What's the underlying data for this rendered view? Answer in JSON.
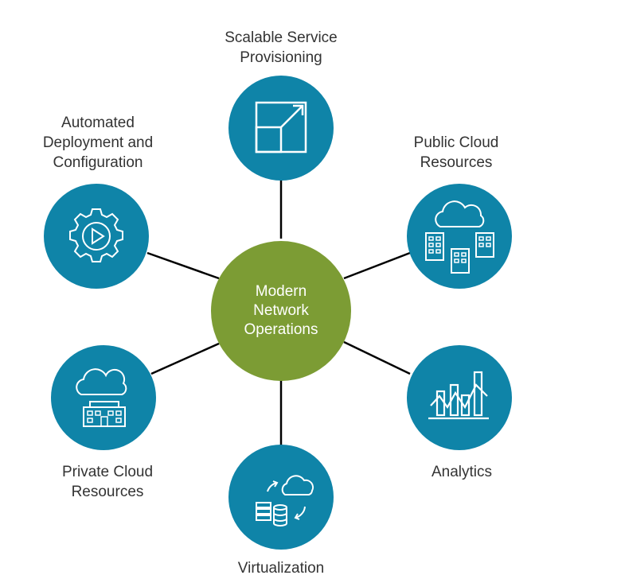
{
  "diagram": {
    "colors": {
      "center": "#7c9c34",
      "node": "#0f84a8",
      "connector": "#000000",
      "icon": "#ffffff",
      "text": "#333333"
    },
    "center": {
      "lines": [
        "Modern",
        "Network",
        "Operations"
      ]
    },
    "nodes": [
      {
        "id": "scalable",
        "icon": "scale-up-icon",
        "lines": [
          "Scalable Service",
          "Provisioning"
        ]
      },
      {
        "id": "public-cloud",
        "icon": "public-cloud-icon",
        "lines": [
          "Public Cloud",
          "Resources"
        ]
      },
      {
        "id": "analytics",
        "icon": "analytics-chart-icon",
        "lines": [
          "Analytics"
        ]
      },
      {
        "id": "virtualization",
        "icon": "virtualization-icon",
        "lines": [
          "Virtualization"
        ]
      },
      {
        "id": "private-cloud",
        "icon": "private-cloud-icon",
        "lines": [
          "Private Cloud",
          "Resources"
        ]
      },
      {
        "id": "automation",
        "icon": "automation-gear-icon",
        "lines": [
          "Automated",
          "Deployment and",
          "Configuration"
        ]
      }
    ]
  }
}
